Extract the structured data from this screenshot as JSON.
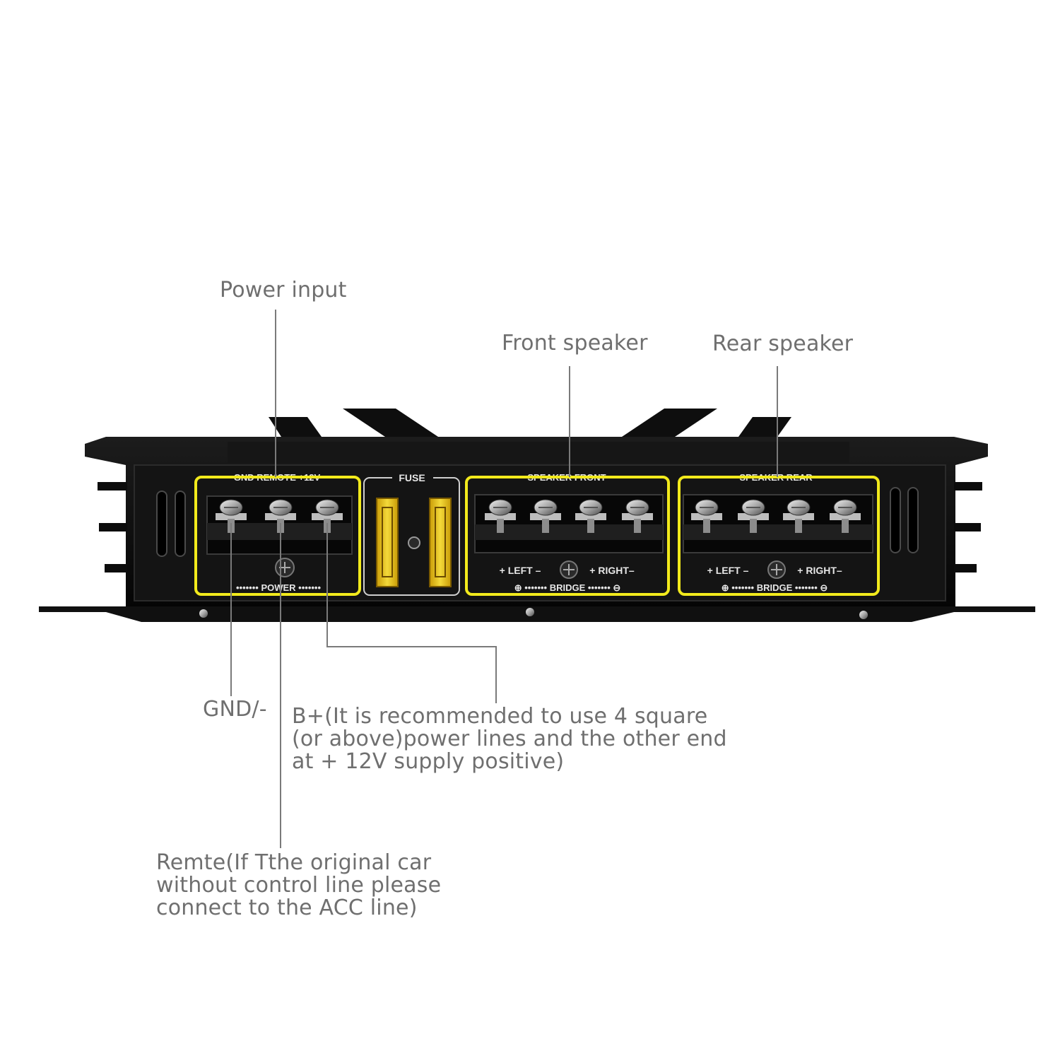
{
  "colors": {
    "annotation_text": "#6f6f6f",
    "leader_line": "#7a7a7a",
    "highlight": "#f2ea1c",
    "chassis": "#111111",
    "fuse": "#e9c317",
    "panel_text": "#e6e6e6"
  },
  "callouts": {
    "power_input": "Power input",
    "front_speaker": "Front speaker",
    "rear_speaker": "Rear speaker",
    "gnd": "GND/-",
    "b_plus": "B+(It is recommended to use 4 square\n(or above)power lines and the other end\nat + 12V supply positive)",
    "remote": "Remte(If Tthe original car\nwithout control line please\nconnect to the ACC line)"
  },
  "panel": {
    "power_header": "GND  REMOTE  +12V",
    "power_footer": "••••••• POWER •••••••",
    "fuse_label": "FUSE",
    "front_header": "SPEAKER   FRONT",
    "rear_header": "SPEAKER   REAR",
    "left_label": "+ LEFT –",
    "right_label": "+ RIGHT–",
    "bridge_label": "⊕ ••••••• BRIDGE ••••••• ⊖"
  },
  "icons": {
    "terminal_screw": "terminal-screw-icon",
    "adjust_screw": "adjust-screw-icon",
    "fuse": "blade-fuse-icon"
  }
}
